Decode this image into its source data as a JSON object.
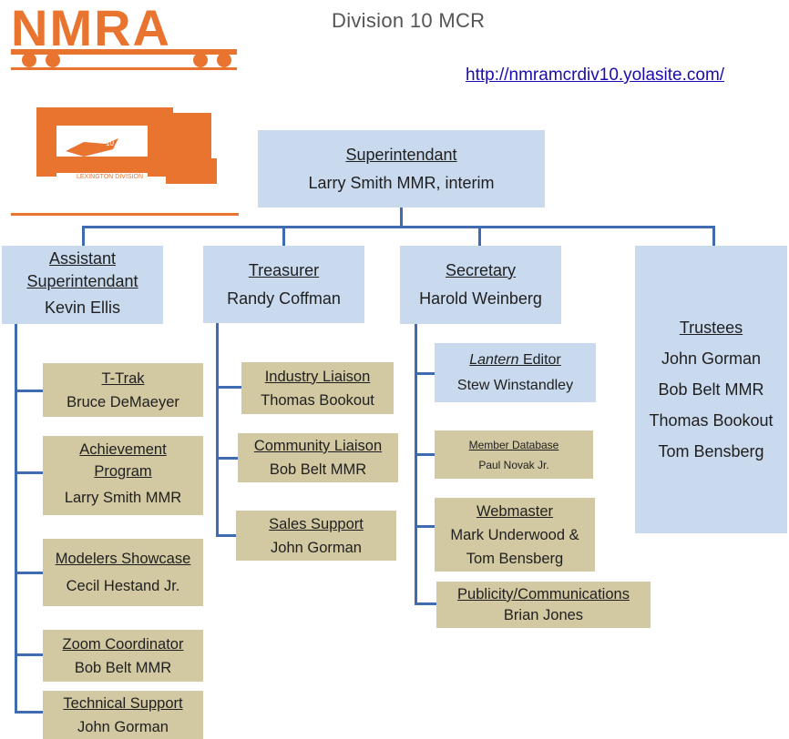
{
  "header": {
    "logo_text": "NMRA",
    "division_title": "Division 10 MCR",
    "url": "http://nmramcrdiv10.yolasite.com/",
    "lexington_logo_text": "LEXINGTON DIVISION",
    "lexington_badge_number": "10"
  },
  "colors": {
    "blue_box": "#c9d9ee",
    "tan_box": "#d2c8a2",
    "connector": "#3f6bb0",
    "logo_orange": "#e8742f"
  },
  "superintendent": {
    "title": "Superintendant",
    "name": "Larry Smith MMR, interim"
  },
  "assistant": {
    "title_line1": "Assistant",
    "title_line2": "Superintendant",
    "name": "Kevin Ellis",
    "children": [
      {
        "title": "T-Trak",
        "name": "Bruce DeMaeyer"
      },
      {
        "title_line1": "Achievement",
        "title_line2": "Program",
        "name": "Larry Smith MMR"
      },
      {
        "title": "Modelers Showcase",
        "name": "Cecil Hestand Jr."
      },
      {
        "title": "Zoom Coordinator",
        "name": "Bob Belt MMR"
      },
      {
        "title": "Technical Support",
        "name": "John Gorman"
      }
    ]
  },
  "treasurer": {
    "title": "Treasurer",
    "name": "Randy Coffman",
    "children": [
      {
        "title": "Industry Liaison",
        "name": "Thomas Bookout"
      },
      {
        "title": "Community Liaison",
        "name": "Bob Belt MMR"
      },
      {
        "title": "Sales Support",
        "name": "John Gorman"
      }
    ]
  },
  "secretary": {
    "title": "Secretary",
    "name": "Harold Weinberg",
    "children": [
      {
        "title_italic": "Lantern",
        "title_rest": " Editor",
        "name": "Stew Winstandley"
      },
      {
        "title": "Member Database",
        "name": "Paul Novak Jr."
      },
      {
        "title": "Webmaster",
        "name_line1": "Mark Underwood &",
        "name_line2": "Tom Bensberg"
      },
      {
        "title": "Publicity/Communications",
        "name": "Brian Jones"
      }
    ]
  },
  "trustees": {
    "title": "Trustees",
    "members": [
      "John Gorman",
      "Bob Belt MMR",
      "Thomas Bookout",
      "Tom Bensberg"
    ]
  }
}
